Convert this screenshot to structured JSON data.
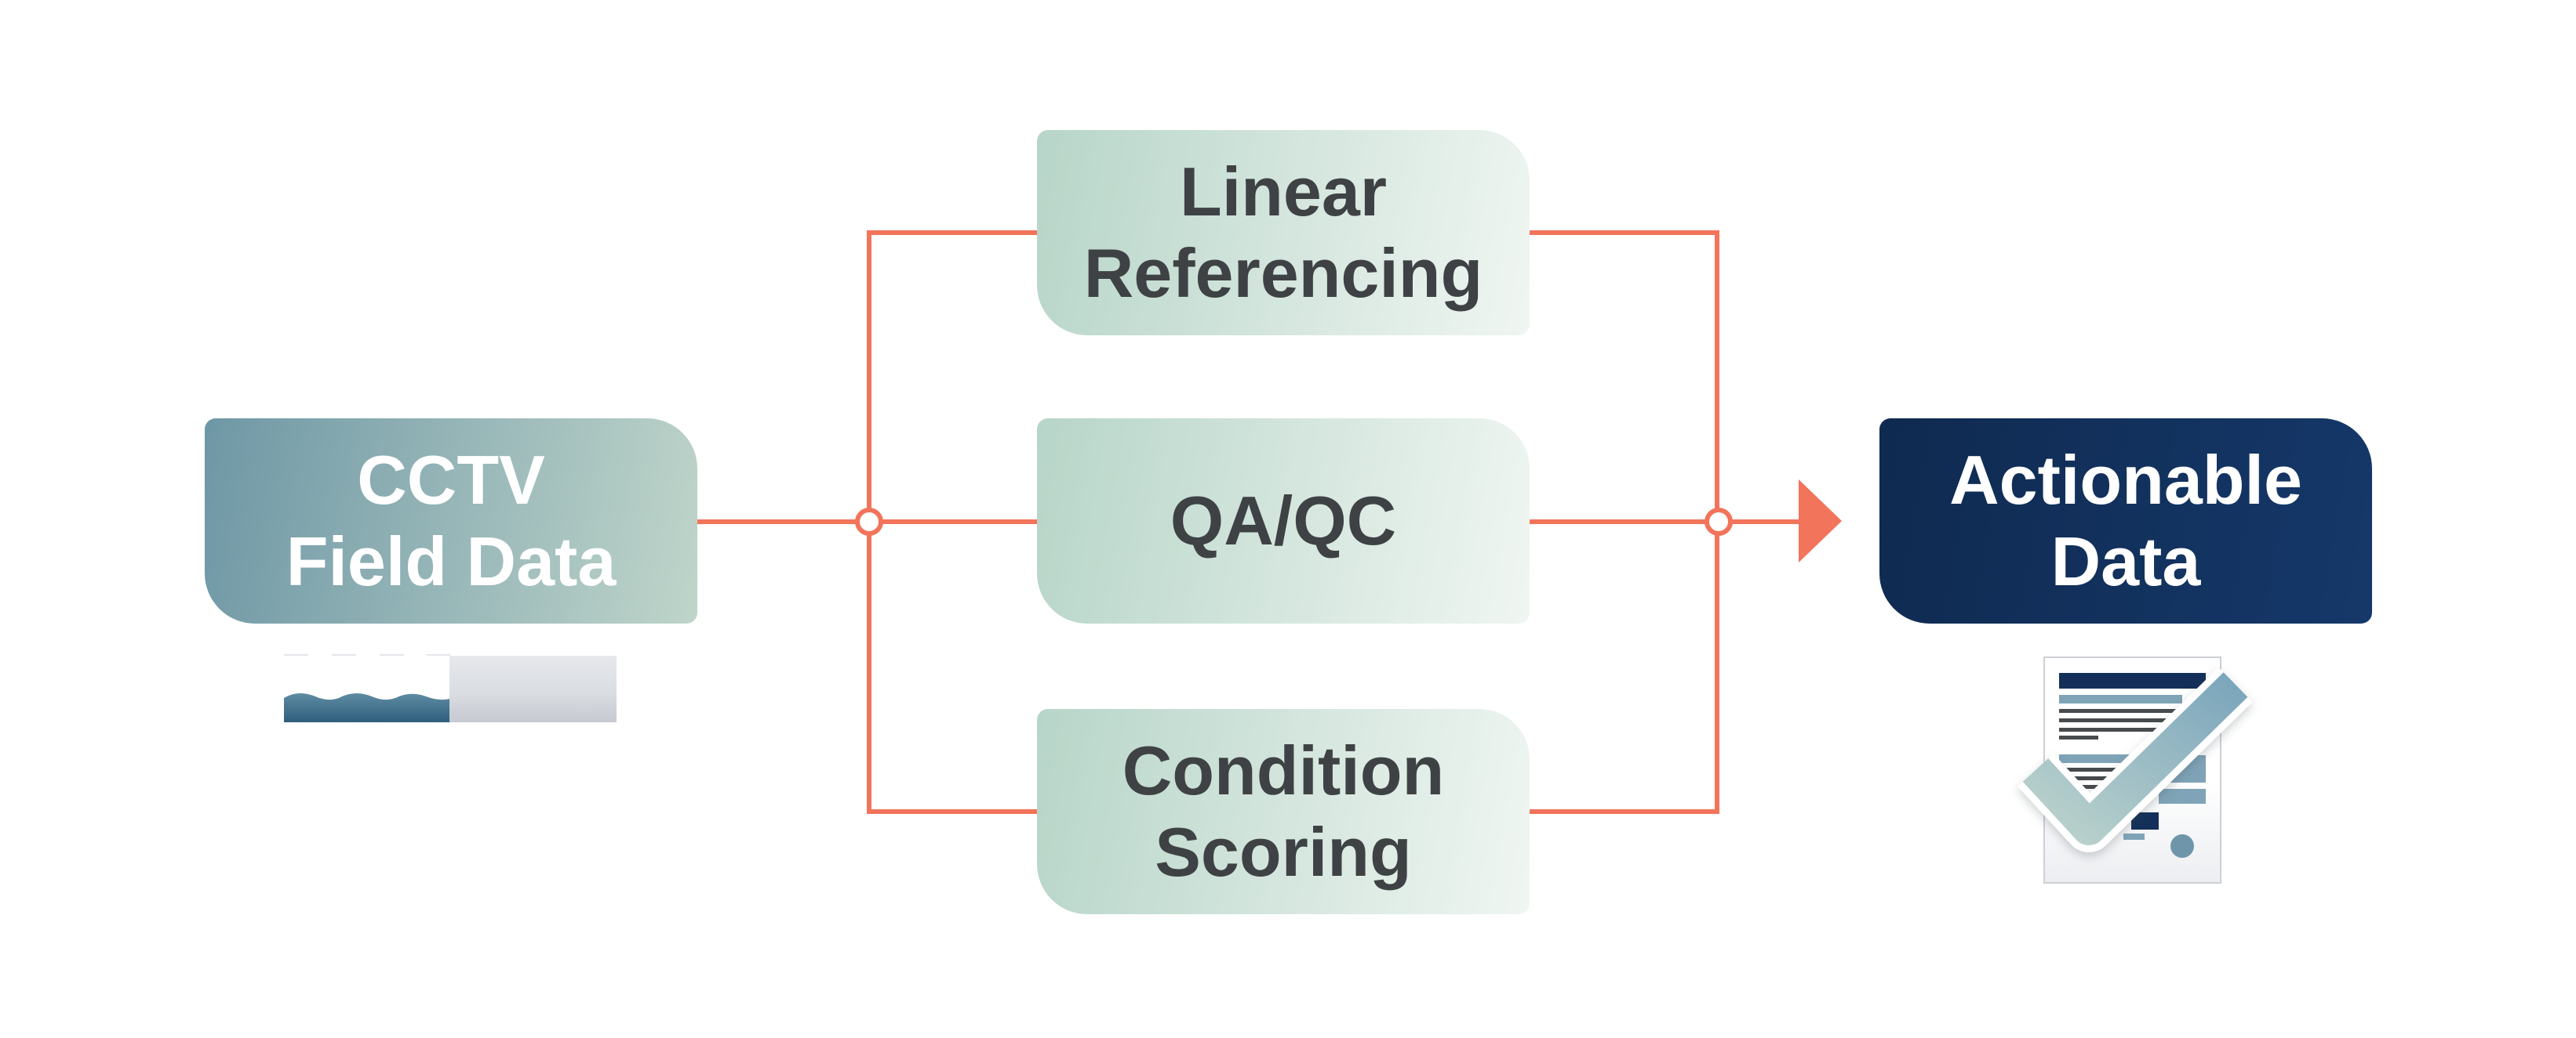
{
  "diagram": {
    "source": {
      "lines": [
        "CCTV",
        "Field Data"
      ]
    },
    "steps": [
      {
        "lines": [
          "Linear",
          "Referencing"
        ]
      },
      {
        "lines": [
          "QA/QC",
          ""
        ]
      },
      {
        "lines": [
          "Condition",
          "Scoring"
        ]
      }
    ],
    "result": {
      "lines": [
        "Actionable",
        "Data"
      ]
    }
  },
  "icons": {
    "source_icon": "pipe-with-water-icon",
    "result_icon": "verified-document-checkmark-icon"
  },
  "colors": {
    "connector_orange": "#F2745B",
    "source_gradient": [
      "#6E97A5",
      "#BFD5CA"
    ],
    "step_gradient": [
      "#B7D5C8",
      "#F0F6F2"
    ],
    "result_navy_gradient": [
      "#0F2A50",
      "#15386A"
    ],
    "step_text": "#3F4244",
    "water_blue": [
      "#5E8CA2",
      "#2F5E7E"
    ],
    "pipe_gray": "#DADDE2",
    "check_gradient": [
      "#BCD3CD",
      "#7CA6BC"
    ],
    "doc_accent_navy": "#14305A",
    "doc_accent_steel": "#7FA4B7"
  }
}
